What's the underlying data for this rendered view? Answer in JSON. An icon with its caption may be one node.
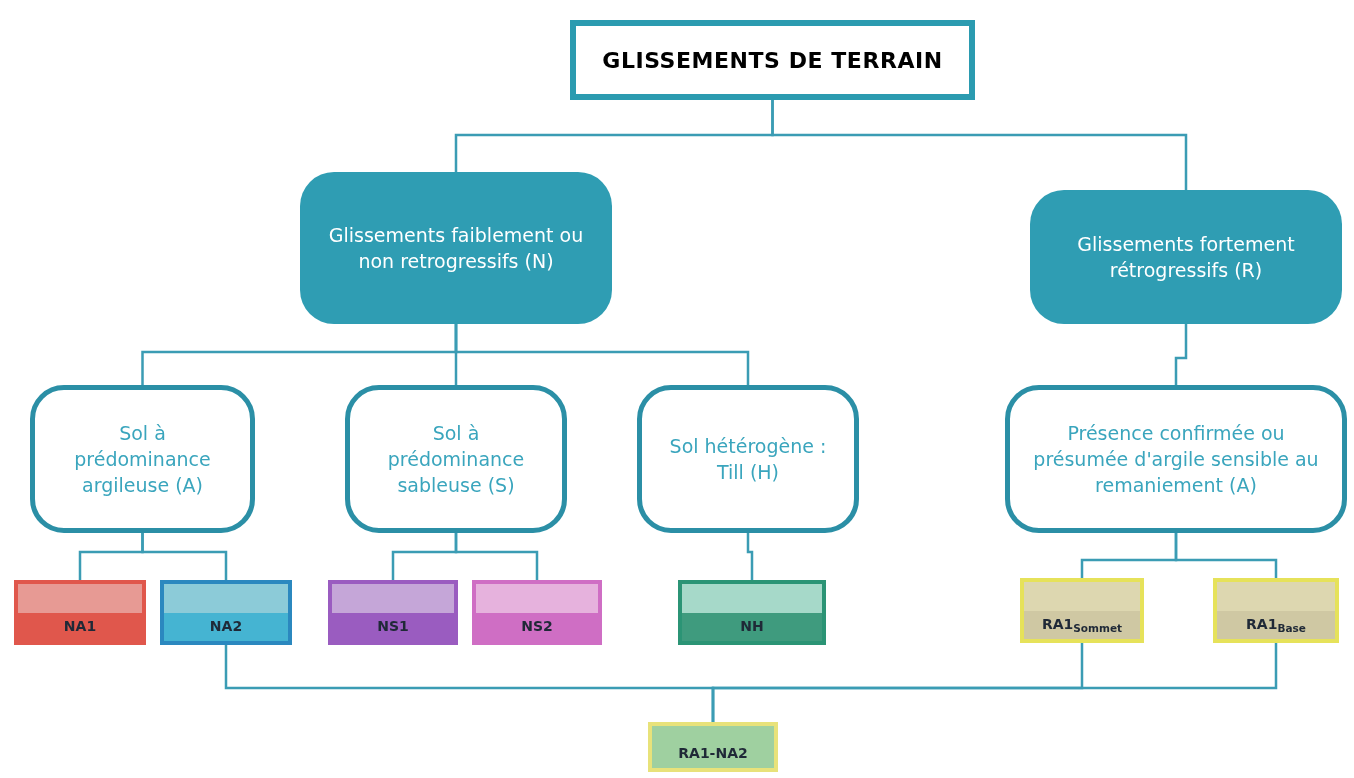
{
  "diagram": {
    "nodes": [
      {
        "text": [
          "GLISSEMENTS DE TERRAIN"
        ]
      },
      {
        "text": [
          "Glissements faiblement ou non retrogressifs (N)"
        ]
      },
      {
        "text": [
          "Glissements fortement rétrogressifs (R)"
        ]
      },
      {
        "text": [
          "Sol à prédominance argileuse (A)"
        ]
      },
      {
        "text": [
          "Sol à prédominance sableuse (S)"
        ]
      },
      {
        "text": [
          "Sol hétérogène : Till (H)"
        ]
      },
      {
        "text": [
          "Présence confirmée ou présumée d'argile sensible au remaniement (A)"
        ]
      },
      {
        "text": [
          "NA1"
        ]
      },
      {
        "text": [
          "NA2"
        ]
      },
      {
        "text": [
          "NS1"
        ]
      },
      {
        "text": [
          "NS2"
        ]
      },
      {
        "text": [
          "NH"
        ]
      },
      {
        "text": [
          "RA1$_{Sommet}$"
        ]
      },
      {
        "text": [
          "RA1$_{Base}$"
        ]
      },
      {
        "text": [
          "RA1-NA2"
        ]
      }
    ],
    "edges": [
      {
        "from": 0,
        "to": 1,
        "arrow": "none"
      },
      {
        "from": 0,
        "to": 2,
        "arrow": "none"
      },
      {
        "from": 1,
        "to": 3,
        "arrow": "none"
      },
      {
        "from": 1,
        "to": 4,
        "arrow": "none"
      },
      {
        "from": 1,
        "to": 5,
        "arrow": "none"
      },
      {
        "from": 2,
        "to": 6,
        "arrow": "none"
      },
      {
        "from": 3,
        "to": 7,
        "arrow": "none"
      },
      {
        "from": 3,
        "to": 8,
        "arrow": "none"
      },
      {
        "from": 4,
        "to": 9,
        "arrow": "none"
      },
      {
        "from": 4,
        "to": 10,
        "arrow": "none"
      },
      {
        "from": 5,
        "to": 11,
        "arrow": "none"
      },
      {
        "from": 6,
        "to": 12,
        "arrow": "none"
      },
      {
        "from": 6,
        "to": 13,
        "arrow": "none"
      },
      {
        "from": 8,
        "to": 14,
        "arrow": "none"
      },
      {
        "from": 12,
        "to": 14,
        "arrow": "none"
      },
      {
        "from": 13,
        "to": 14,
        "arrow": "none"
      }
    ]
  }
}
